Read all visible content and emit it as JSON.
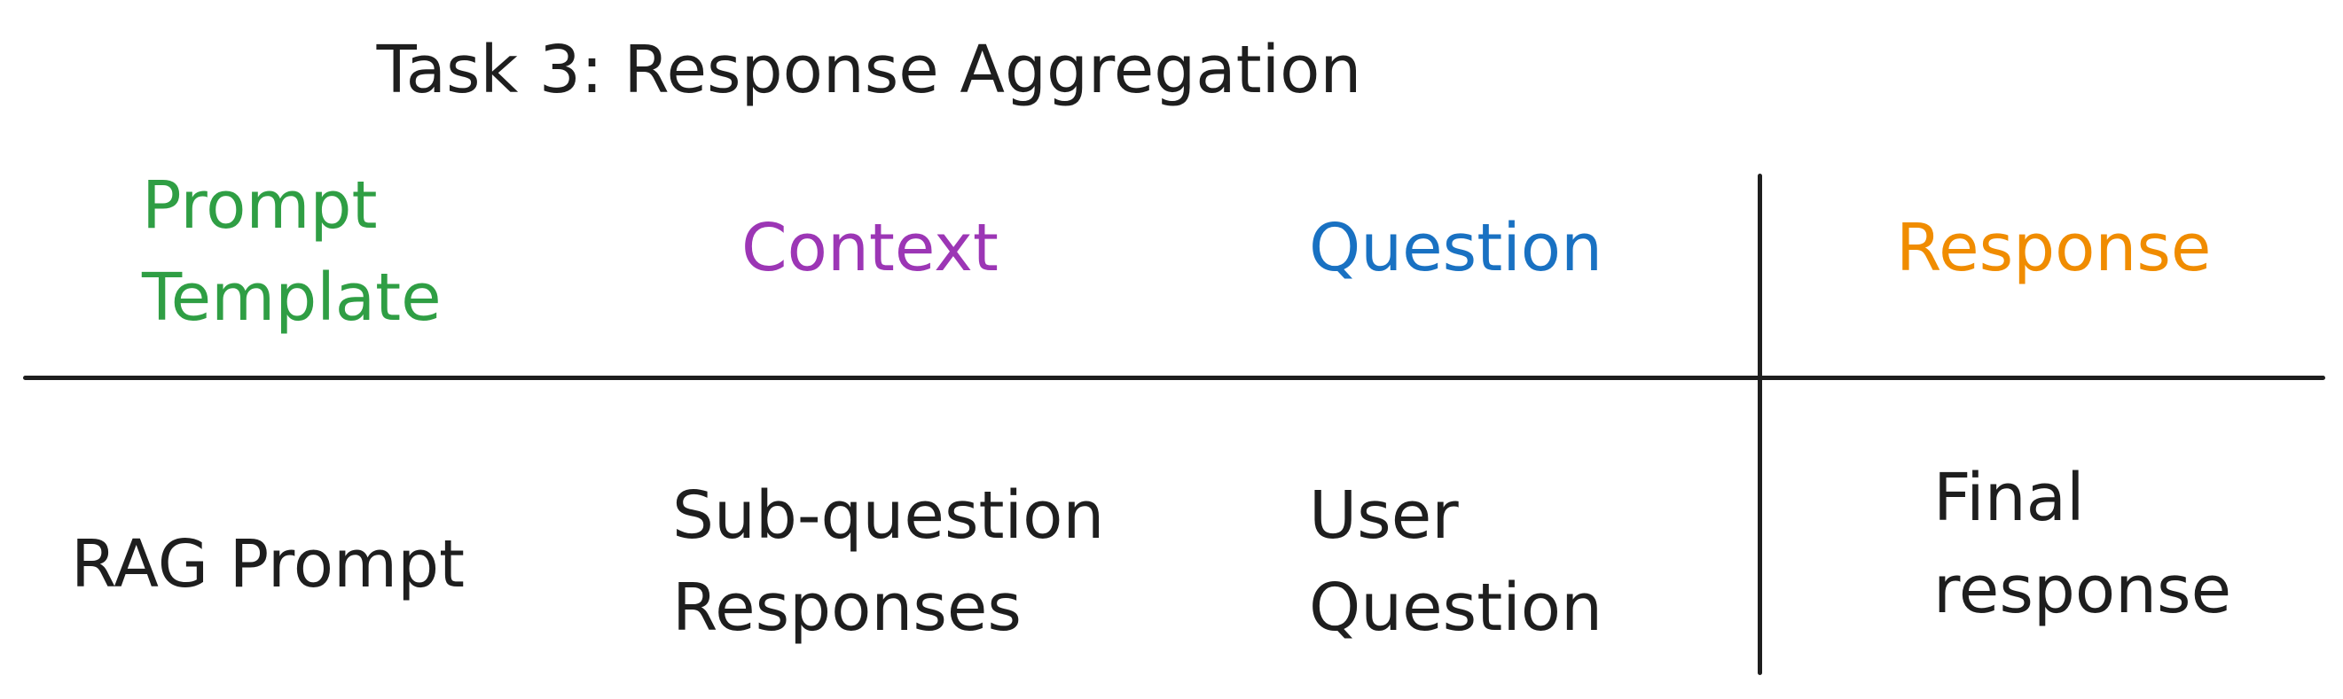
{
  "title": "Task 3: Response Aggregation",
  "colors": {
    "prompt_template": "#2f9e44",
    "context": "#9c36b5",
    "question": "#1971c2",
    "response": "#f08c00",
    "ink": "#1e1e1e"
  },
  "headers": {
    "prompt_template": "Prompt\nTemplate",
    "context": "Context",
    "question": "Question",
    "response": "Response"
  },
  "row": {
    "prompt_template": "RAG Prompt",
    "context": "Sub-question\nResponses",
    "question": "User\nQuestion",
    "response": "Final\nresponse"
  }
}
